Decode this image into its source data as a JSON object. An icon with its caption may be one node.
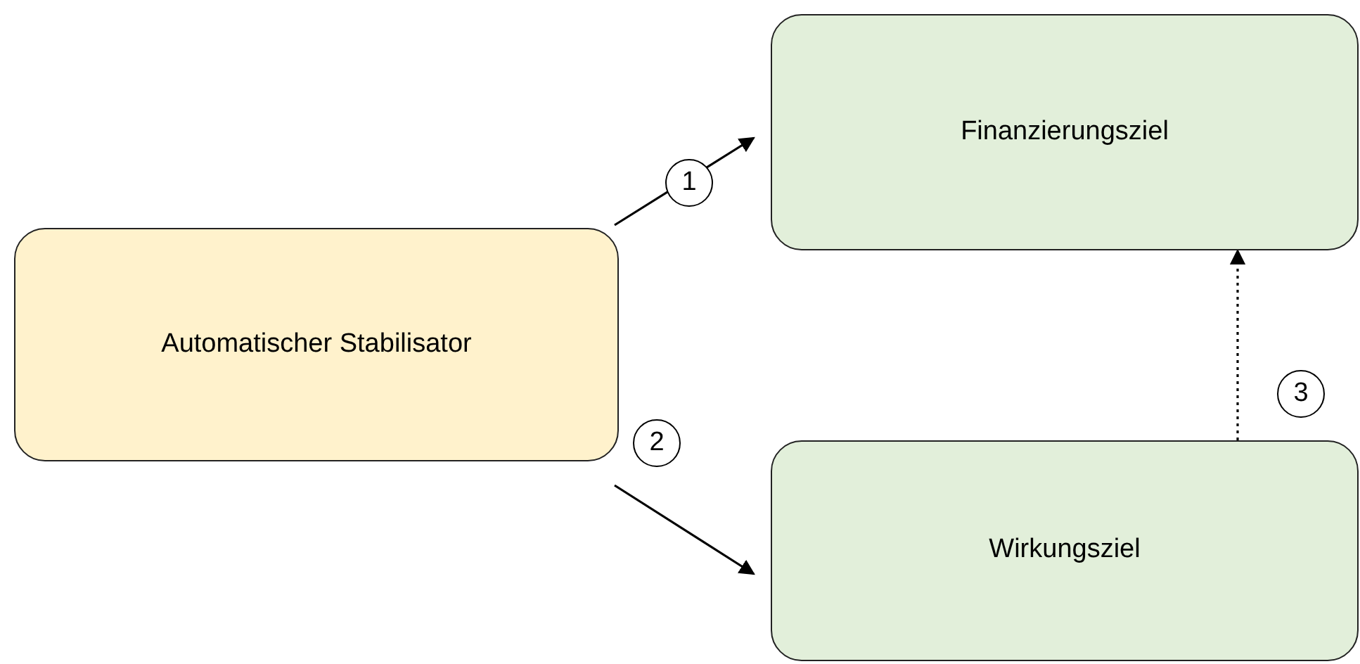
{
  "diagram": {
    "nodes": [
      {
        "text": [
          "Automatischer Stabilisator"
        ]
      },
      {
        "text": [
          "Finanzierungsziel"
        ]
      },
      {
        "text": [
          "Wirkungsziel"
        ]
      }
    ],
    "edges": [
      {
        "from": 0,
        "to": 1,
        "arrow": "to",
        "label": "1"
      },
      {
        "from": 0,
        "to": 2,
        "arrow": "to",
        "label": "2"
      },
      {
        "from": 2,
        "to": 1,
        "arrow": "to",
        "label": "3",
        "style": "dashed"
      }
    ]
  }
}
